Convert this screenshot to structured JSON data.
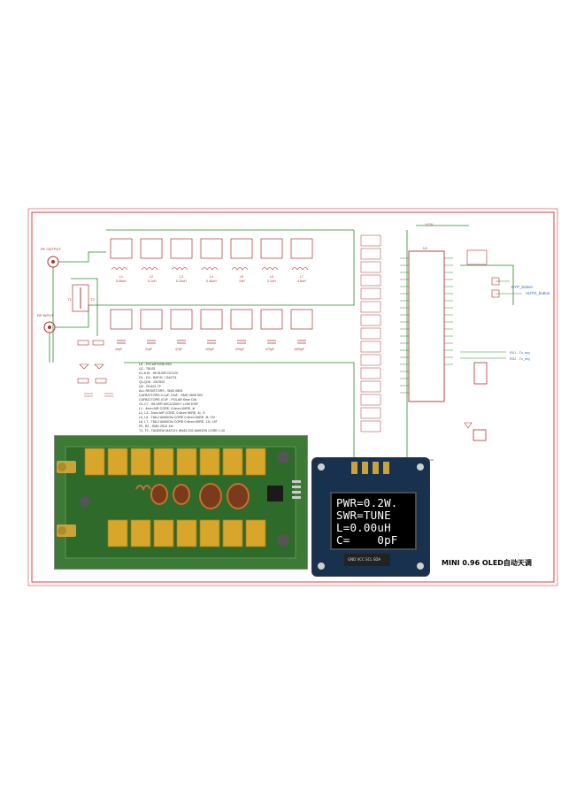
{
  "caption": "MINI 0.96 OLED自动天调",
  "oled": {
    "line1": "PWR=0.2W.",
    "line2": "SWR=TUNE",
    "line3": "L=0.00uH",
    "line4": "C=    0pF"
  },
  "schematic": {
    "connectors": {
      "rf_output": "RF OUTPUT",
      "rf_input": "RF INPUT"
    },
    "transformers": [
      "T1",
      "T2"
    ],
    "inductors": [
      "L1",
      "L2",
      "L3",
      "L4",
      "L5",
      "L6",
      "L7"
    ],
    "inductor_values": [
      "0.05uH",
      "0.1uH",
      "0.22uH",
      "0.45uH",
      "1uH",
      "2.2uH",
      "4.5uH"
    ],
    "capacitor_values": [
      "10pF",
      "22pF",
      "47pF",
      "100pF",
      "220pF",
      "470pF",
      "1000pF"
    ],
    "mcu": "U1",
    "power": "+12V",
    "buttons": {
      "byp": "BYP_button",
      "auto": "AUTO_button"
    },
    "tx_labels": [
      "RX1 - Tx_req",
      "RX2 - Tx_req"
    ],
    "notes": [
      "U1 - PIC16F1938-I/SS",
      "U2 - 78L05",
      "K1-K15 - HK4100F-DC12V",
      "D1 - D4 - BAT41 / 1N4711",
      "Q1-Q15 - 2N7002",
      "Q0 - RLA01-TF",
      "ALL RESISTORS - SMD 0805",
      "CAPACITORS 0.1uF, 10nF - SMD 0805 50V",
      "CAPACITORS 47uF - POLAR 6mm D/A",
      "C1-C7 - SILVER MICA 500V+ LOW ESR",
      "L1 - 4mm AIR CORE, 0.6mm WIRE, 4t",
      "L2, L3 - 5mm AIR CORE, 0.6mm WIRE, 4t, 7t",
      "L4, L5 - T68-2 AMIDON CORE 0.8mm WIRE, 9t, 13t",
      "L6, L7 - T68-2 AMIDON CORE 0.8mm WIRE, 13t, 15T",
      "R1, R2 - SMD 2512 1W",
      "T1, T2 - TANDEM MATCH, BN43-202 AMIDON CORE 1:10"
    ]
  }
}
